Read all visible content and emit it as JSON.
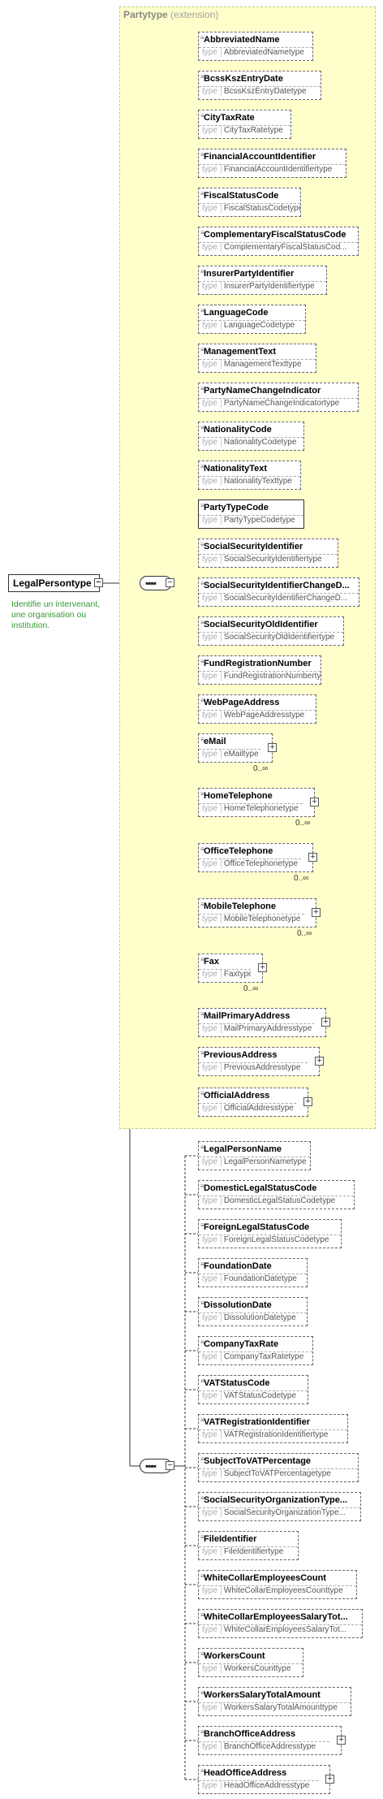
{
  "root": {
    "name": "LegalPersontype",
    "documentation": "Identifie un intervenant, une organisation ou institution."
  },
  "extension": {
    "base": "Partytype",
    "label": "(extension)"
  },
  "type_label": "type",
  "group1": [
    {
      "name": "AbbreviatedName",
      "type": "AbbreviatedNametype"
    },
    {
      "name": "BcssKszEntryDate",
      "type": "BcssKszEntryDatetype"
    },
    {
      "name": "CityTaxRate",
      "type": "CityTaxRatetype"
    },
    {
      "name": "FinancialAccountIdentifier",
      "type": "FinancialAccountIdentifiertype"
    },
    {
      "name": "FiscalStatusCode",
      "type": "FiscalStatusCodetype"
    },
    {
      "name": "ComplementaryFiscalStatusCode",
      "type": "ComplementaryFiscalStatusCod..."
    },
    {
      "name": "InsurerPartyIdentifier",
      "type": "InsurerPartyIdentifiertype"
    },
    {
      "name": "LanguageCode",
      "type": "LanguageCodetype"
    },
    {
      "name": "ManagementText",
      "type": "ManagementTexttype"
    },
    {
      "name": "PartyNameChangeIndicator",
      "type": "PartyNameChangeIndicatortype"
    },
    {
      "name": "NationalityCode",
      "type": "NationalityCodetype"
    },
    {
      "name": "NationalityText",
      "type": "NationalityTexttype"
    },
    {
      "name": "PartyTypeCode",
      "type": "PartyTypeCodetype",
      "required": true
    },
    {
      "name": "SocialSecurityIdentifier",
      "type": "SocialSecurityIdentifiertype"
    },
    {
      "name": "SocialSecurityIdentifierChangeD...",
      "type": "SocialSecurityIdentifierChangeD..."
    },
    {
      "name": "SocialSecurityOldIdentifier",
      "type": "SocialSecurityOldIdentifiertype"
    },
    {
      "name": "FundRegistrationNumber",
      "type": "FundRegistrationNumbertype"
    },
    {
      "name": "WebPageAddress",
      "type": "WebPageAddresstype"
    },
    {
      "name": "eMail",
      "type": "eMailtype",
      "cardinality": "0..∞",
      "expand": true
    },
    {
      "name": "HomeTelephone",
      "type": "HomeTelephonetype",
      "cardinality": "0..∞",
      "expand": true
    },
    {
      "name": "OfficeTelephone",
      "type": "OfficeTelephonetype",
      "cardinality": "0..∞",
      "expand": true
    },
    {
      "name": "MobileTelephone",
      "type": "MobileTelephonetype",
      "cardinality": "0..∞",
      "expand": true
    },
    {
      "name": "Fax",
      "type": "Faxtype",
      "cardinality": "0..∞",
      "expand": true
    },
    {
      "name": "MailPrimaryAddress",
      "type": "MailPrimaryAddresstype",
      "expand": true
    },
    {
      "name": "PreviousAddress",
      "type": "PreviousAddresstype",
      "expand": true
    },
    {
      "name": "OfficialAddress",
      "type": "OfficialAddresstype",
      "expand": true
    }
  ],
  "group2": [
    {
      "name": "LegalPersonName",
      "type": "LegalPersonNametype"
    },
    {
      "name": "DomesticLegalStatusCode",
      "type": "DomesticLegalStatusCodetype"
    },
    {
      "name": "ForeignLegalStatusCode",
      "type": "ForeignLegalStatusCodetype"
    },
    {
      "name": "FoundationDate",
      "type": "FoundationDatetype"
    },
    {
      "name": "DissolutionDate",
      "type": "DissolutionDatetype"
    },
    {
      "name": "CompanyTaxRate",
      "type": "CompanyTaxRatetype"
    },
    {
      "name": "VATStatusCode",
      "type": "VATStatusCodetype"
    },
    {
      "name": "VATRegistrationIdentifier",
      "type": "VATRegistrationIdentifiertype"
    },
    {
      "name": "SubjectToVATPercentage",
      "type": "SubjectToVATPercentagetype"
    },
    {
      "name": "SocialSecurityOrganizationType...",
      "type": "SocialSecurityOrganizationType..."
    },
    {
      "name": "FileIdentifier",
      "type": "FileIdentifiertype"
    },
    {
      "name": "WhiteCollarEmployeesCount",
      "type": "WhiteCollarEmployeesCounttype"
    },
    {
      "name": "WhiteCollarEmployeesSalaryTot...",
      "type": "WhiteCollarEmployeesSalaryTot..."
    },
    {
      "name": "WorkersCount",
      "type": "WorkersCounttype"
    },
    {
      "name": "WorkersSalaryTotalAmount",
      "type": "WorkersSalaryTotalAmounttype"
    },
    {
      "name": "BranchOfficeAddress",
      "type": "BranchOfficeAddresstype",
      "expand": true
    },
    {
      "name": "HeadOfficeAddress",
      "type": "HeadOfficeAddresstype",
      "expand": true
    }
  ]
}
